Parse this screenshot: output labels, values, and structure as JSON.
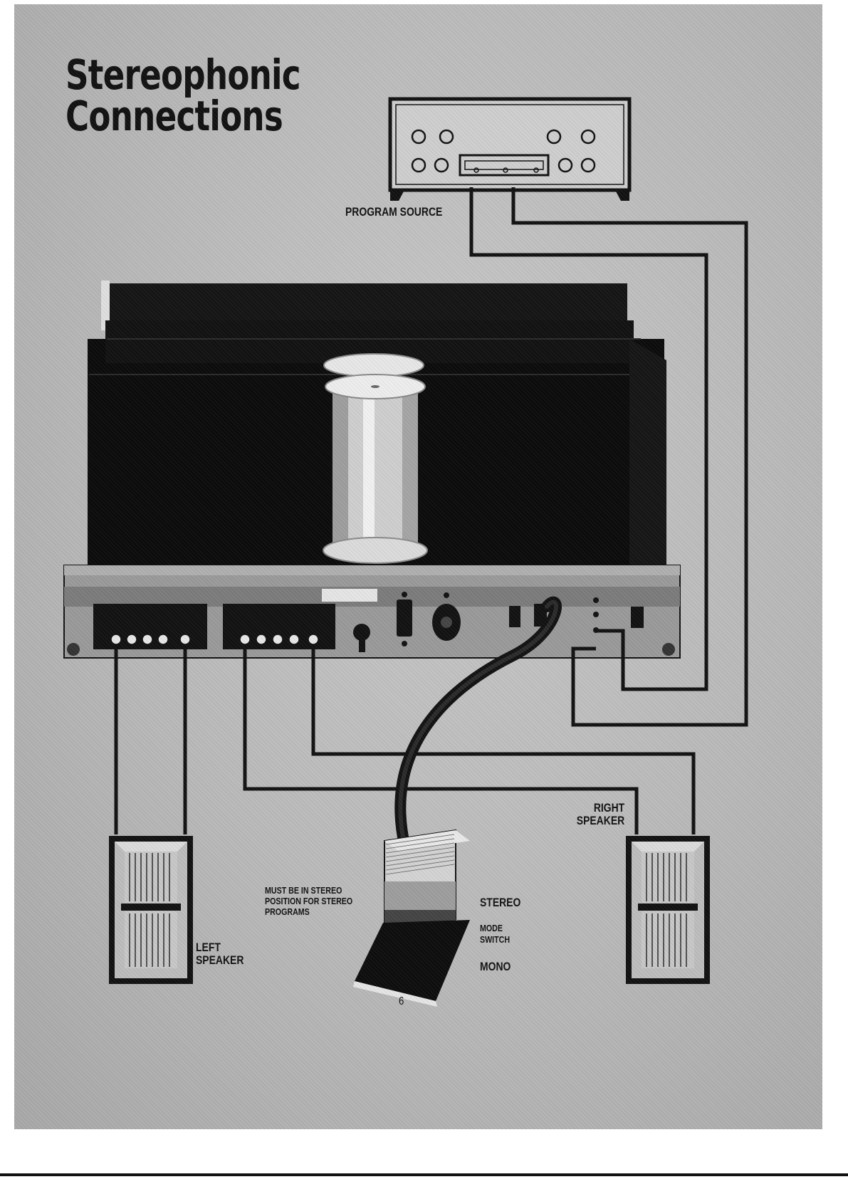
{
  "page": {
    "title_line1": "Stereophonic",
    "title_line2": "Connections",
    "page_number": "6"
  },
  "labels": {
    "program_source": "PROGRAM SOURCE",
    "left_speaker_line1": "LEFT",
    "left_speaker_line2": "SPEAKER",
    "right_speaker_line1": "RIGHT",
    "right_speaker_line2": "SPEAKER",
    "note": "MUST BE IN STEREO POSITION FOR STEREO PROGRAMS",
    "stereo": "STEREO",
    "mode_line1": "MODE",
    "mode_line2": "SWITCH",
    "mono": "MONO"
  },
  "colors": {
    "plate": "#bdbdbd",
    "ink": "#111111",
    "chassis": "#0d0d0d",
    "panel": "#9c9c9c"
  }
}
